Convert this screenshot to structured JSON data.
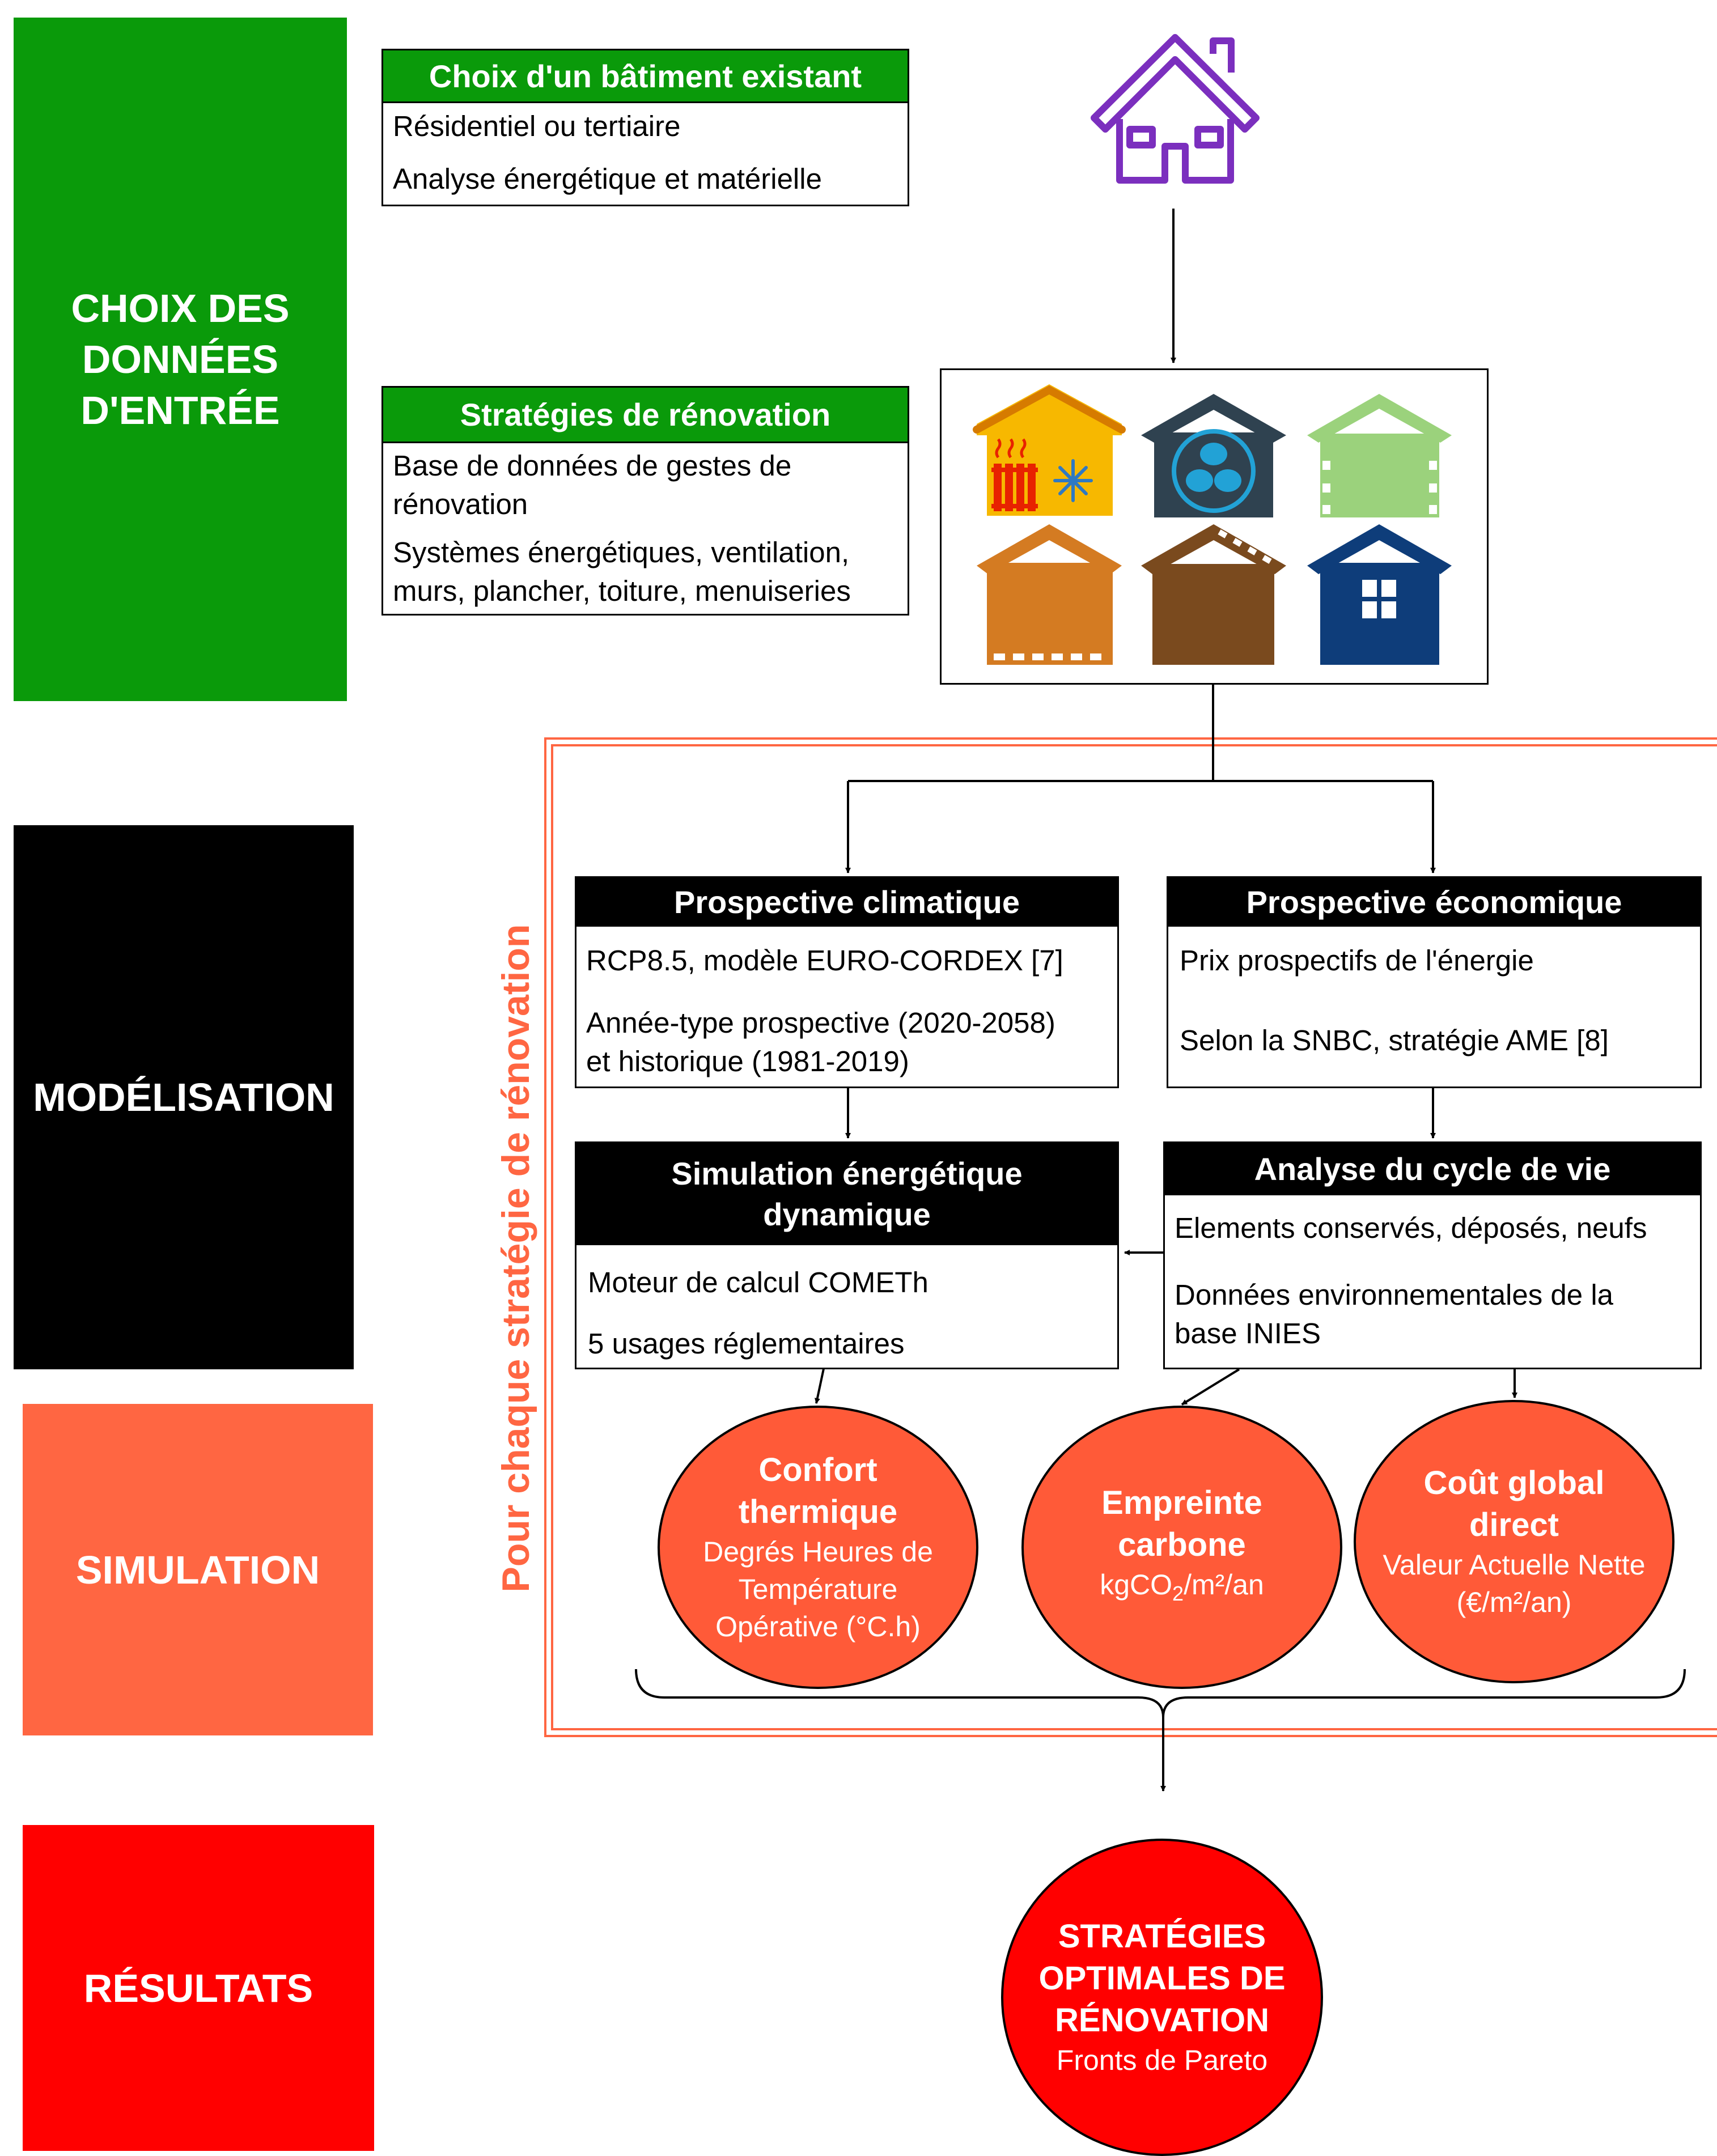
{
  "stages": {
    "inputs": "CHOIX DES DONNÉES D'ENTRÉE",
    "modeling": "MODÉLISATION",
    "simulation": "SIMULATION",
    "results": "RÉSULTATS"
  },
  "building": {
    "title": "Choix d'un bâtiment existant",
    "line1": "Résidentiel ou tertiaire",
    "line2": "Analyse énergétique et matérielle"
  },
  "strategies": {
    "title": "Stratégies de rénovation",
    "line1a": "Base de données de gestes de",
    "line1b": "rénovation",
    "line2a": "Systèmes énergétiques, ventilation,",
    "line2b": "murs, plancher, toiture, menuiseries"
  },
  "loop_label": "Pour chaque stratégie de rénovation",
  "climate": {
    "title": "Prospective climatique",
    "line1": "RCP8.5, modèle EURO-CORDEX [7]",
    "line2a": "Année-type prospective (2020-2058)",
    "line2b": "et historique (1981-2019)"
  },
  "economy": {
    "title": "Prospective économique",
    "line1": "Prix prospectifs de l'énergie",
    "line2": "Selon la SNBC, stratégie AME [8]"
  },
  "simulation_box": {
    "title_a": "Simulation énergétique",
    "title_b": "dynamique",
    "line1": "Moteur de calcul COMETh",
    "line2": "5 usages réglementaires"
  },
  "lca": {
    "title": "Analyse du cycle de vie",
    "line1": "Elements conservés, déposés, neufs",
    "line2a": "Données environnementales de la",
    "line2b": "base INIES"
  },
  "indicators": {
    "comfort": {
      "title_a": "Confort",
      "title_b": "thermique",
      "sub_a": "Degrés Heures de",
      "sub_b": "Température",
      "sub_c": "Opérative (°C.h)"
    },
    "carbon": {
      "title_a": "Empreinte",
      "title_b": "carbone",
      "sub_prefix": "kgCO",
      "sub_index": "2",
      "sub_suffix": "/m²/an"
    },
    "cost": {
      "title_a": "Coût global",
      "title_b": "direct",
      "sub_a": "Valeur Actuelle Nette",
      "sub_b": "(€/m²/an)"
    }
  },
  "result": {
    "title_a": "STRATÉGIES",
    "title_b": "OPTIMALES DE",
    "title_c": "RÉNOVATION",
    "sub": "Fronts de Pareto"
  },
  "icons": [
    "house-outline-icon",
    "heating-cooling-house-icon",
    "ventilation-house-icon",
    "wall-house-icon",
    "floor-house-icon",
    "roof-house-icon",
    "window-house-icon"
  ],
  "colors": {
    "inputs": "#0a9a0a",
    "modeling": "#000000",
    "simulation": "#ff6642",
    "results": "#ff0000",
    "indicator": "#ff5a38",
    "loop": "#ff6642",
    "house_outline": "#7b2fbe"
  }
}
